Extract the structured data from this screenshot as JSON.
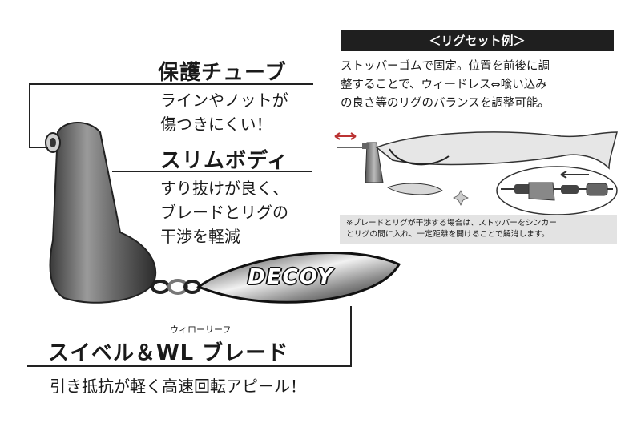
{
  "protect_tube": {
    "title": "保護チューブ",
    "desc": [
      "ラインやノットが",
      "傷つきにくい！"
    ]
  },
  "slim_body": {
    "title": "スリムボディ",
    "desc": [
      "すり抜けが良く、",
      "ブレードとリグの",
      "干渉を軽減"
    ]
  },
  "blade": {
    "ruby": "ウィローリーフ",
    "title": "スイベル＆WL ブレード",
    "desc": "引き抵抗が軽く高速回転アピール！",
    "logo_text": "DECOY"
  },
  "rig": {
    "header": "＜リグセット例＞",
    "text": [
      "ストッパーゴムで固定。位置を前後に調",
      "整することで、ウィードレス⇔喰い込み",
      "の良さ等のリグのバランスを調整可能。"
    ],
    "note": [
      "※ブレードとリグが干渉する場合は、ストッパーをシンカー",
      "とリグの間に入れ、一定距離を開けることで解消します。"
    ]
  },
  "colors": {
    "dark": "#1f1f1f",
    "note_bg": "#e3e3e3"
  }
}
